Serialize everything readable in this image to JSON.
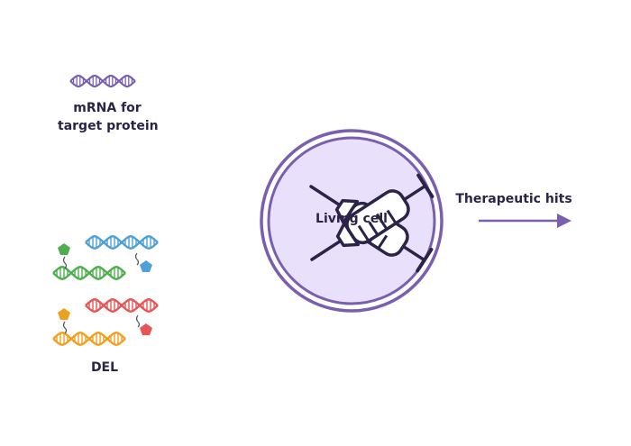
{
  "labels": {
    "mrna_line1": "mRNA for",
    "mrna_line2": "target protein",
    "cell": "Living cell",
    "hits": "Therapeutic hits",
    "del": "DEL"
  },
  "icons": {
    "mrna": "mrna-strand-icon",
    "syringe_top": "syringe-icon",
    "syringe_bottom": "syringe-icon",
    "del_library": "dna-library-icons",
    "arrow": "arrow-right-icon"
  },
  "colors": {
    "text": "#2c2448",
    "purple": "#7a5fb0",
    "cell_fill": "#e9e1fb",
    "dna_blue": "#4f9fd8",
    "dna_green": "#4caf4c",
    "dna_red": "#e85555",
    "dna_orange": "#f0a020"
  }
}
